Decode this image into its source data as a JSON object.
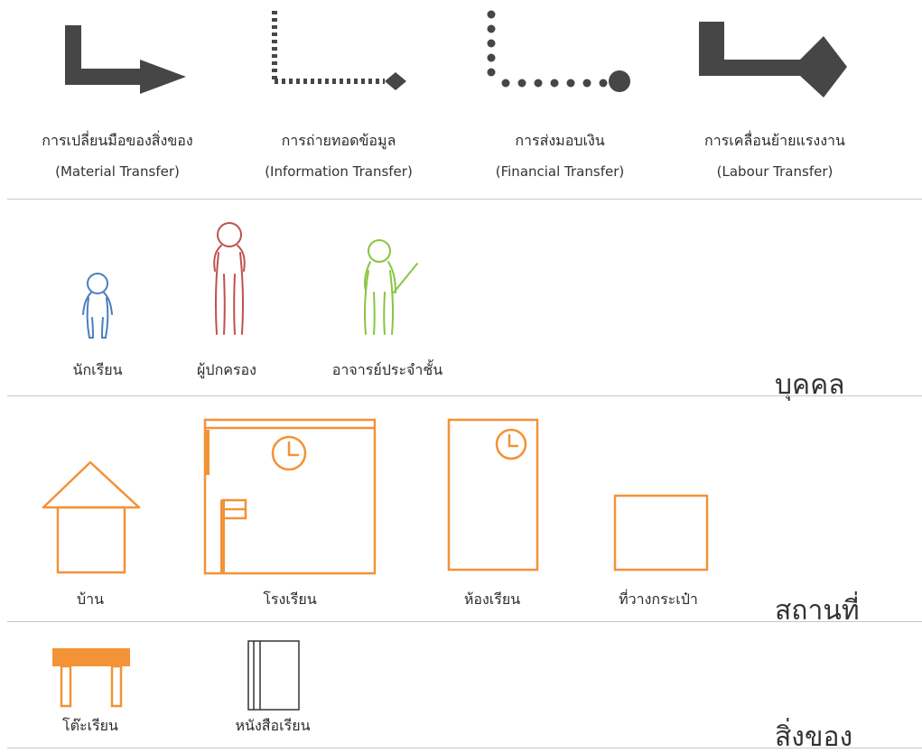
{
  "colors": {
    "arrow": "#464646",
    "student": "#4a7fc0",
    "parent": "#c0504d",
    "teacher": "#8ac53e",
    "place": "#f39237",
    "divider": "#c8c8c8"
  },
  "legend": {
    "material": {
      "thai": "การเปลี่ยนมือของสิ่งของ",
      "english": "(Material Transfer)",
      "icon": "thick-arrow-icon"
    },
    "information": {
      "thai": "การถ่ายทอดข้อมูล",
      "english": "(Information Transfer)",
      "icon": "dotted-diamond-arrow-icon"
    },
    "financial": {
      "thai": "การส่งมอบเงิน",
      "english": "(Financial Transfer)",
      "icon": "dotted-circle-arrow-icon"
    },
    "labour": {
      "thai": "การเคลื่อนย้ายแรงงาน",
      "english": "(Labour Transfer)",
      "icon": "thick-diamond-arrow-icon"
    }
  },
  "people": {
    "category": "บุคคล",
    "student": "นักเรียน",
    "parent": "ผู้ปกครอง",
    "teacher": "อาจารย์ประจำชั้น"
  },
  "places": {
    "category": "สถานที่",
    "house": "บ้าน",
    "school": "โรงเรียน",
    "classroom": "ห้องเรียน",
    "bag_area": "ที่วางกระเป๋า"
  },
  "things": {
    "category": "สิ่งของ",
    "desk": "โต๊ะเรียน",
    "textbook": "หนังสือเรียน"
  }
}
